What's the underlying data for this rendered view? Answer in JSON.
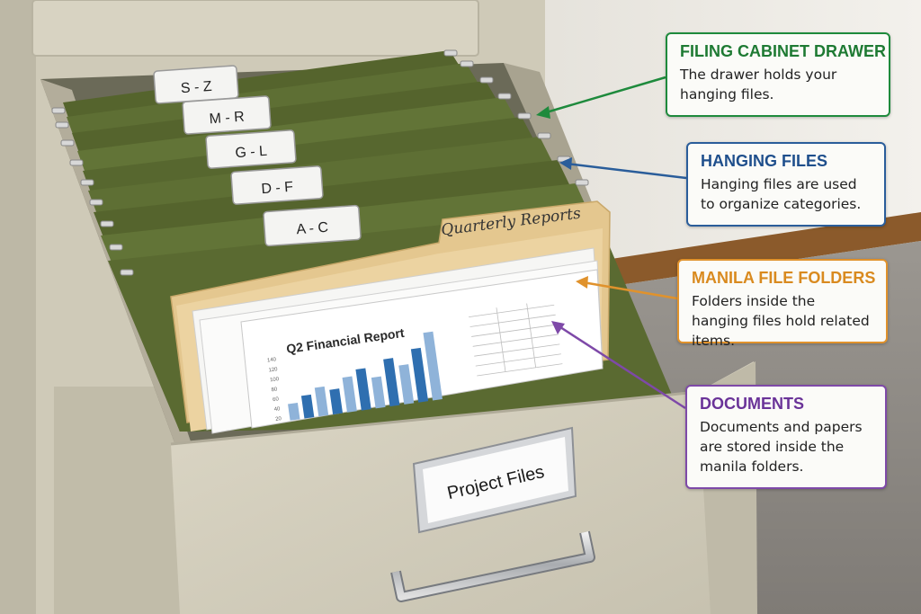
{
  "drawer": {
    "divider_tabs": [
      "S - Z",
      "M - R",
      "G - L",
      "D - F",
      "A - C"
    ],
    "folder_tab": "Quarterly Reports",
    "drawer_label": "Project Files"
  },
  "document": {
    "title": "Q2 Financial Report",
    "y_ticks": [
      "140",
      "120",
      "100",
      "80",
      "60",
      "40",
      "20"
    ],
    "bars": [
      0.16,
      0.22,
      0.28,
      0.24,
      0.34,
      0.4,
      0.3,
      0.46,
      0.38,
      0.52,
      0.66
    ],
    "table_rows": 7
  },
  "callouts": [
    {
      "id": "filing-cabinet-drawer",
      "title": "FILING CABINET DRAWER",
      "desc": "The drawer holds your hanging files.",
      "color": "#1e8a3c"
    },
    {
      "id": "hanging-files",
      "title": "HANGING FILES",
      "desc": "Hanging files are used to organize categories.",
      "color": "#2a5d9a"
    },
    {
      "id": "manila-file-folders",
      "title": "MANILA FILE FOLDERS",
      "desc": "Folders inside the hanging files hold related items.",
      "color": "#e0922c"
    },
    {
      "id": "documents",
      "title": "DOCUMENTS",
      "desc": "Documents and papers are stored inside the manila folders.",
      "color": "#7e49a8"
    }
  ],
  "colors": {
    "cabinet": "#d3cebd",
    "hanging_file": "#5e6f34",
    "manila": "#e8cc96",
    "chart_bar": "#2f6fb0",
    "floor": "#8e8a85",
    "wall": "#eceae6"
  }
}
